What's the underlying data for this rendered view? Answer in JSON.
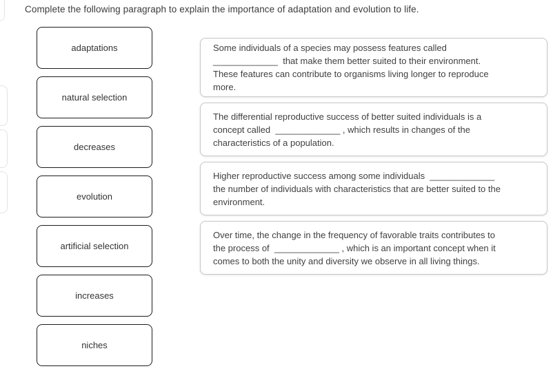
{
  "page": {
    "title": "Complete the following paragraph to explain the importance of adaptation and evolution to life."
  },
  "word_bank": {
    "items": [
      {
        "label": "adaptations"
      },
      {
        "label": "natural selection"
      },
      {
        "label": "decreases"
      },
      {
        "label": "evolution"
      },
      {
        "label": "artificial selection"
      },
      {
        "label": "increases"
      },
      {
        "label": "niches"
      }
    ]
  },
  "paragraphs": [
    {
      "text": "Some individuals of a species may possess features called\n_____________  that make them better suited to their environment.\nThese features can contribute to organisms living longer to reproduce\nmore."
    },
    {
      "text": "The differential reproductive success of better suited individuals is a\nconcept called  _____________ , which results in changes of the\ncharacteristics of a population."
    },
    {
      "text": "Higher reproductive success among some individuals  _____________\nthe number of individuals with characteristics that are better suited to the\nenvironment."
    },
    {
      "text": "Over time, the change in the frequency of favorable traits contributes to\nthe process of  _____________ , which is an important concept when it\ncomes to both the unity and diversity we observe in all living things."
    }
  ],
  "colors": {
    "word_box_border": "#1c1c1c",
    "paragraph_box_border": "#c7c7c7",
    "edge_fragment_border": "#e3e3e3",
    "text_primary": "#3f3f3f"
  }
}
